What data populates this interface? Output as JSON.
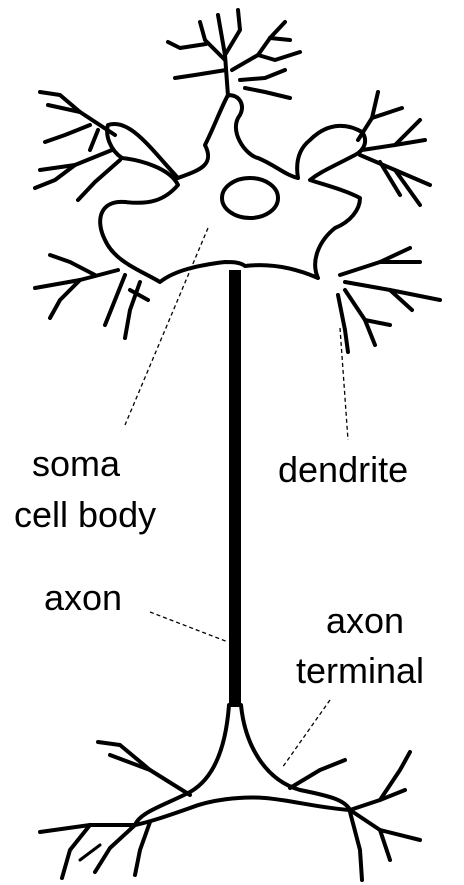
{
  "labels": {
    "soma_line1": "soma",
    "soma_line2": "cell body",
    "dendrite": "dendrite",
    "axon": "axon",
    "axon_terminal_line1": "axon",
    "axon_terminal_line2": "terminal"
  }
}
